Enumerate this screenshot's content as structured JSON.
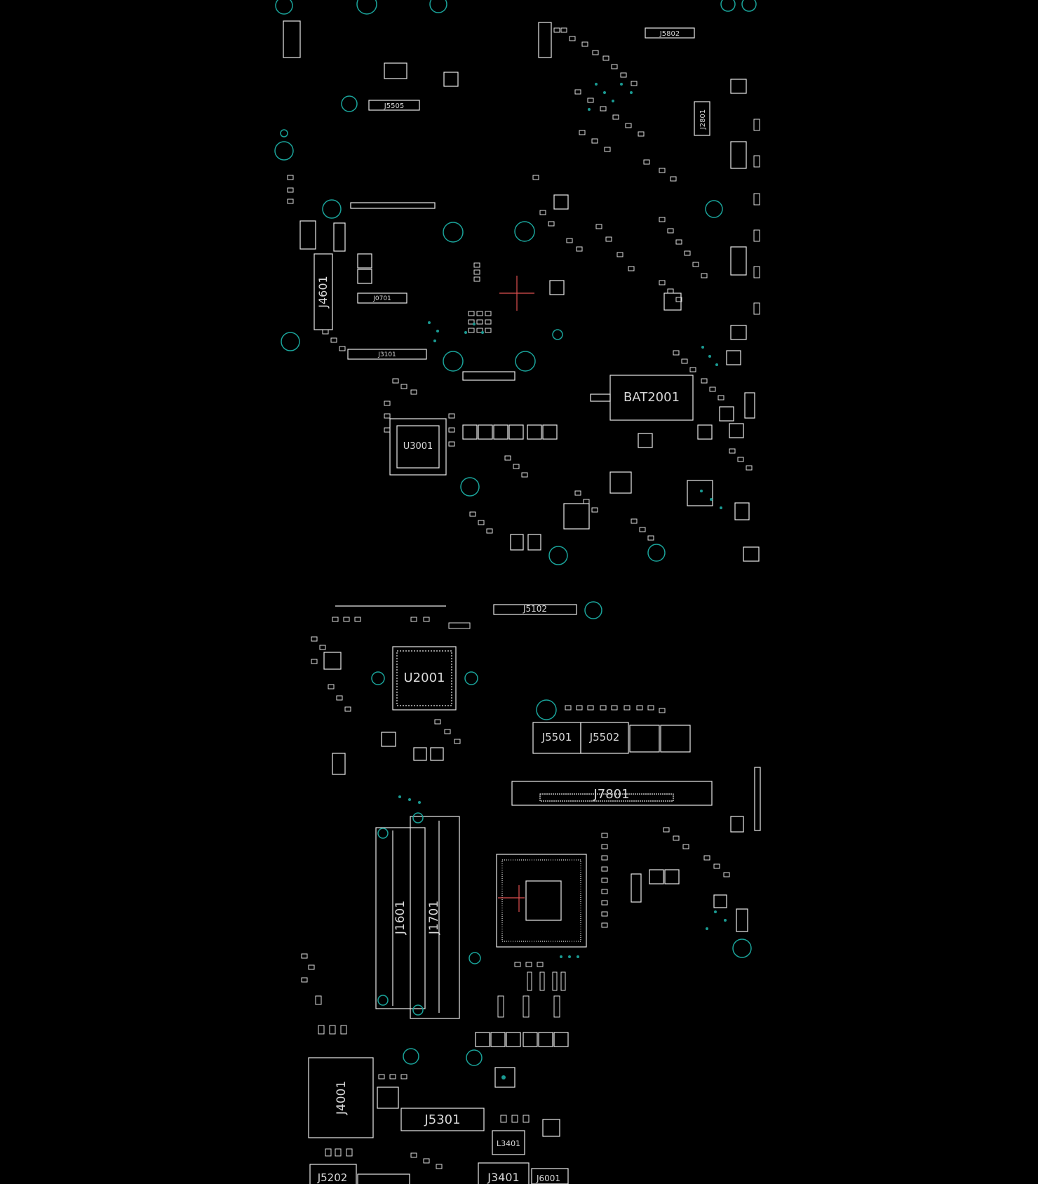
{
  "board_view": {
    "background": "#000000",
    "outline_color": "#e8e8e8",
    "hole_color": "#1aa39a",
    "cursor_color": "#e05050",
    "upper_section": {
      "labels": {
        "bat2001": "BAT2001",
        "u3001": "U3001",
        "j4601": "J4601",
        "j5505": "J5505",
        "j3101": "J3101",
        "j5802": "J5802",
        "j2801": "J2801",
        "j0701": "J0701"
      }
    },
    "lower_section": {
      "labels": {
        "j5102": "J5102",
        "u2001": "U2001",
        "j5501": "J5501",
        "j5502": "J5502",
        "j7801": "J7801",
        "j1601": "J1601",
        "j1701": "J1701",
        "j4001": "J4001",
        "j5301": "J5301",
        "j5202": "J5202",
        "j3401": "J3401",
        "l3401": "L3401",
        "j6001": "J6001"
      }
    }
  }
}
